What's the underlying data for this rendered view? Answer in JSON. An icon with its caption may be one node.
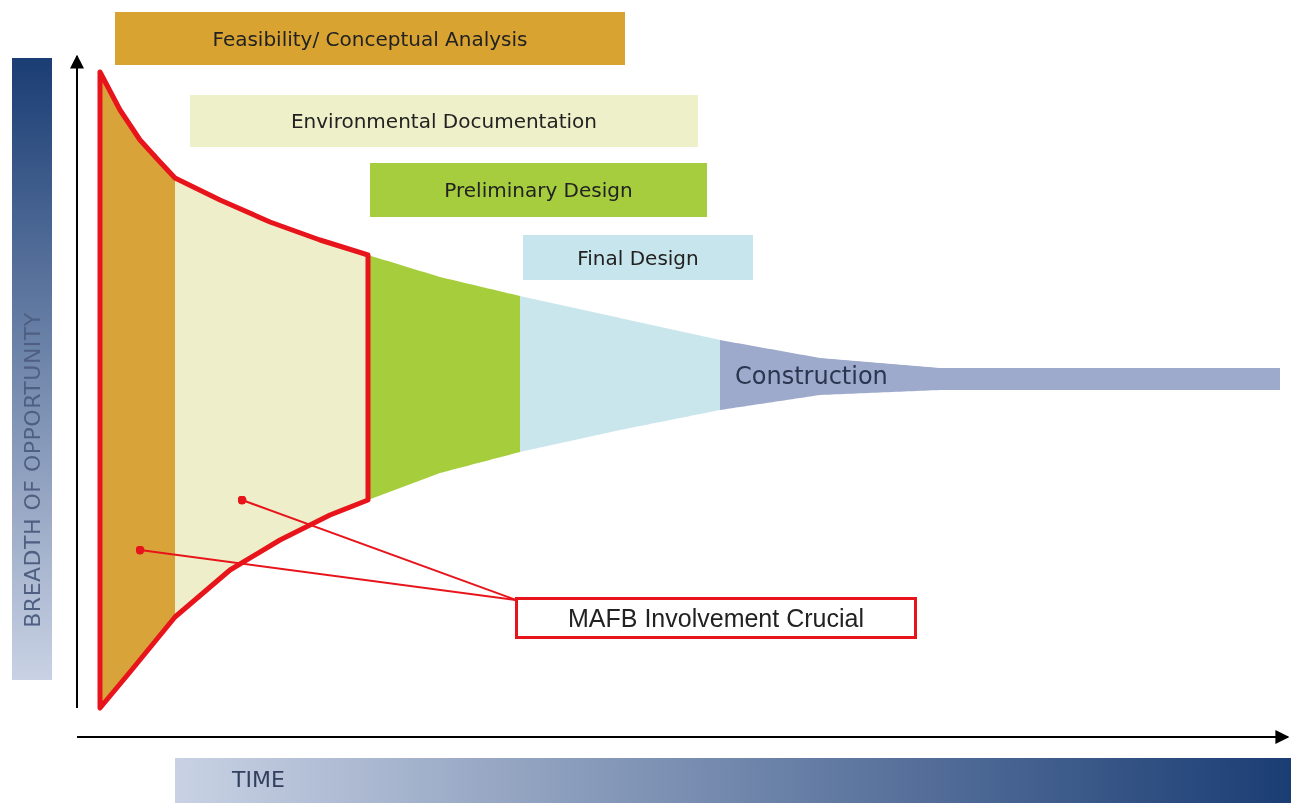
{
  "diagram": {
    "nodes": [
      {
        "text": [
          "Feasibility/ Conceptual Analysis"
        ]
      },
      {
        "text": [
          "Environmental Documentation"
        ]
      },
      {
        "text": [
          "Preliminary Design"
        ]
      },
      {
        "text": [
          "Final Design"
        ]
      },
      {
        "text": [],
        "shape": "band"
      },
      {
        "text": [],
        "shape": "band"
      },
      {
        "text": [],
        "shape": "band"
      },
      {
        "text": [],
        "shape": "band"
      },
      {
        "text": [
          "Construction"
        ]
      },
      {
        "text": [
          "MAFB Involvement Crucial"
        ]
      }
    ],
    "edges": [
      {
        "from": 9,
        "to": 4,
        "arrow": "other",
        "color": "#e8141b"
      },
      {
        "from": 9,
        "to": 5,
        "arrow": "other",
        "color": "#e8141b"
      }
    ],
    "labels": [
      "BREADTH OF OPPORTUNITY",
      "TIME"
    ]
  }
}
